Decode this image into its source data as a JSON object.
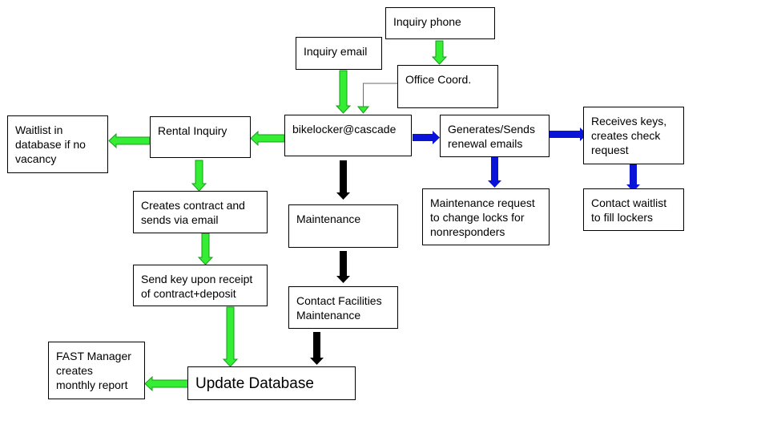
{
  "boxes": {
    "inquiry_phone": "Inquiry phone",
    "inquiry_email": "Inquiry email",
    "office_coord": "Office Coord.",
    "bikelocker": "bikelocker@cascade",
    "rental_inquiry": "Rental Inquiry",
    "waitlist": "Waitlist in\ndatabase if no\nvacancy",
    "creates_contract": "Creates contract and\nsends via email",
    "send_key": "Send key upon receipt\nof contract+deposit",
    "update_database": "Update Database",
    "fast_manager": "FAST Manager\ncreates\nmonthly report",
    "maintenance": "Maintenance",
    "contact_facilities": "Contact Facilities\nMaintenance",
    "generates_sends": "Generates/Sends\nrenewal emails",
    "maintenance_request": "Maintenance request\nto change locks for\nnonresponders",
    "receives_keys": "Receives keys,\ncreates check\nrequest",
    "contact_waitlist": "Contact waitlist\nto fill lockers"
  },
  "colors": {
    "green": "#33ee33",
    "black": "#000000",
    "blue": "#0a14d8",
    "gray": "#6b6b6b"
  }
}
